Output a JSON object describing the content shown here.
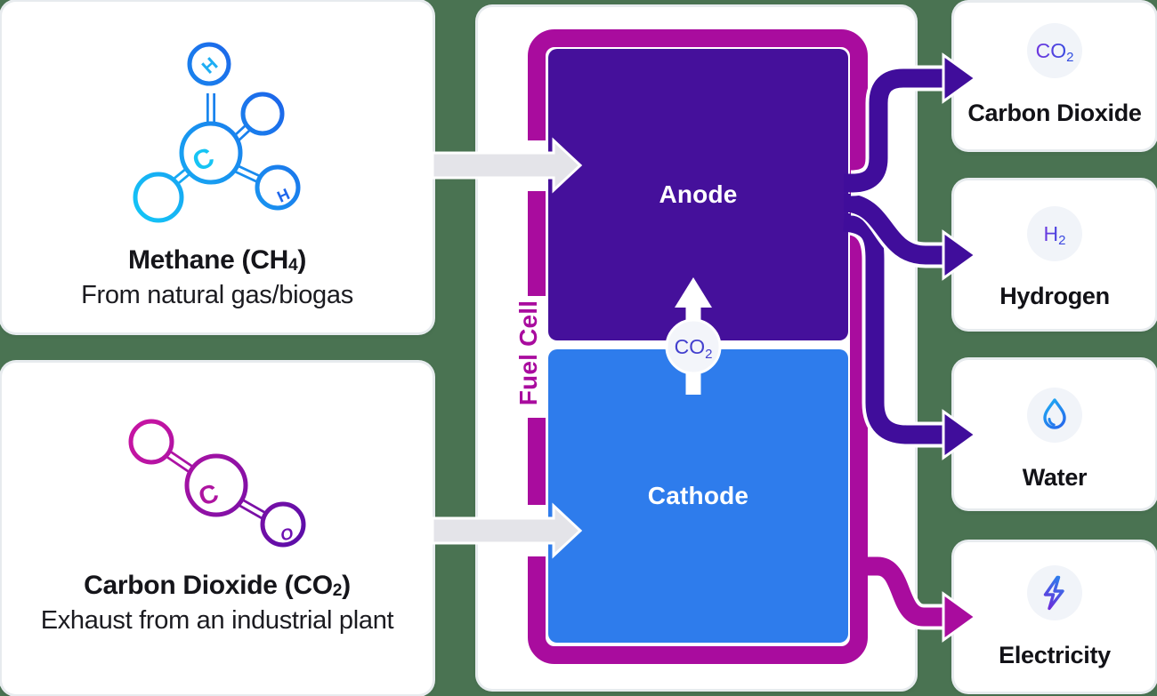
{
  "background": "#4A7352",
  "palette": {
    "card_bg": "#FFFFFF",
    "card_edge": "#E7EBEE",
    "anode_fill": "#45109B",
    "cathode_fill": "#2E7CEC",
    "fuel_cell_border": "#A90C9E",
    "pipe_purple": "#400D9B",
    "pipe_magenta": "#A90C9E",
    "input_arrow_gray": "#E4E4E9",
    "badge_bg": "#F1F4F9",
    "badge_text_gradient": [
      "#7436DF",
      "#2950E0"
    ],
    "recycle_text": "#4340CE",
    "title_text": "#15151A",
    "methane_gradient": [
      "#14C8F7",
      "#1D5BE8"
    ],
    "co2_molecule_gradient": [
      "#C414A2",
      "#5E0EA8"
    ],
    "water_icon_gradient": [
      "#1FA8F2",
      "#2667EC"
    ],
    "bolt_icon_gradient": [
      "#2E7CEC",
      "#6D2BD9"
    ]
  },
  "inputs": [
    {
      "title_pre": "Methane (CH",
      "title_sub": "4",
      "title_post": ")",
      "subtitle": "From natural gas/biogas",
      "icon": "methane-molecule",
      "atoms": {
        "top": "H",
        "center": "C",
        "right": "H"
      }
    },
    {
      "title_pre": "Carbon Dioxide (CO",
      "title_sub": "2",
      "title_post": ")",
      "subtitle": "Exhaust from an industrial plant",
      "icon": "co2-molecule",
      "atoms": {
        "center": "C",
        "right": "O"
      }
    }
  ],
  "fuel_cell": {
    "label": "Fuel Cell",
    "anode_label": "Anode",
    "cathode_label": "Cathode",
    "recycle_badge_pre": "CO",
    "recycle_badge_sub": "2"
  },
  "outputs": [
    {
      "label": "Carbon Dioxide",
      "badge_pre": "CO",
      "badge_sub": "2",
      "icon": "co2-badge",
      "arrow_color": "purple"
    },
    {
      "label": "Hydrogen",
      "badge_pre": "H",
      "badge_sub": "2",
      "icon": "h2-badge",
      "arrow_color": "purple"
    },
    {
      "label": "Water",
      "icon": "water-drop-icon",
      "arrow_color": "purple"
    },
    {
      "label": "Electricity",
      "icon": "lightning-icon",
      "arrow_color": "magenta"
    }
  ]
}
